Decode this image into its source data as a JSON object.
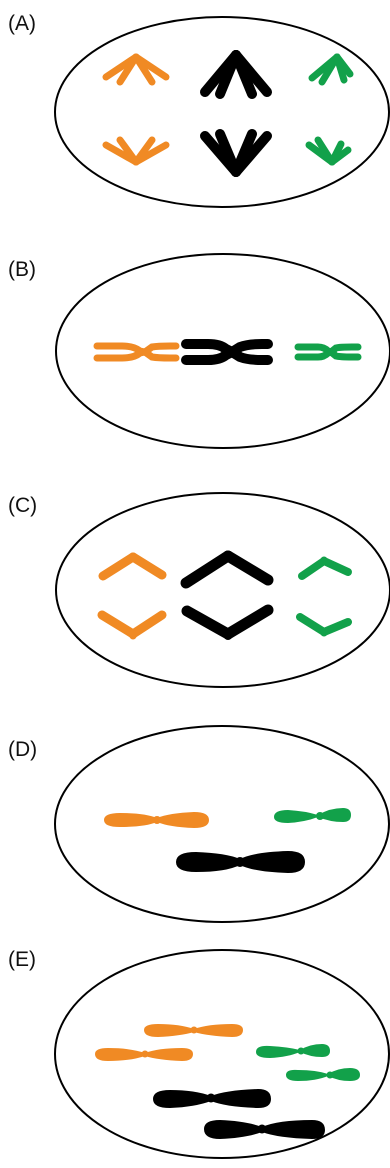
{
  "colors": {
    "orange": "#f08a24",
    "black": "#000000",
    "green": "#12a14a",
    "outline": "#000000"
  },
  "panels": [
    {
      "label": "(A)",
      "stage": "anaphase"
    },
    {
      "label": "(B)",
      "stage": "metaphase"
    },
    {
      "label": "(C)",
      "stage": "anaphase-separating"
    },
    {
      "label": "(D)",
      "stage": "single-chromatids"
    },
    {
      "label": "(E)",
      "stage": "duplicated-chromatids"
    }
  ]
}
